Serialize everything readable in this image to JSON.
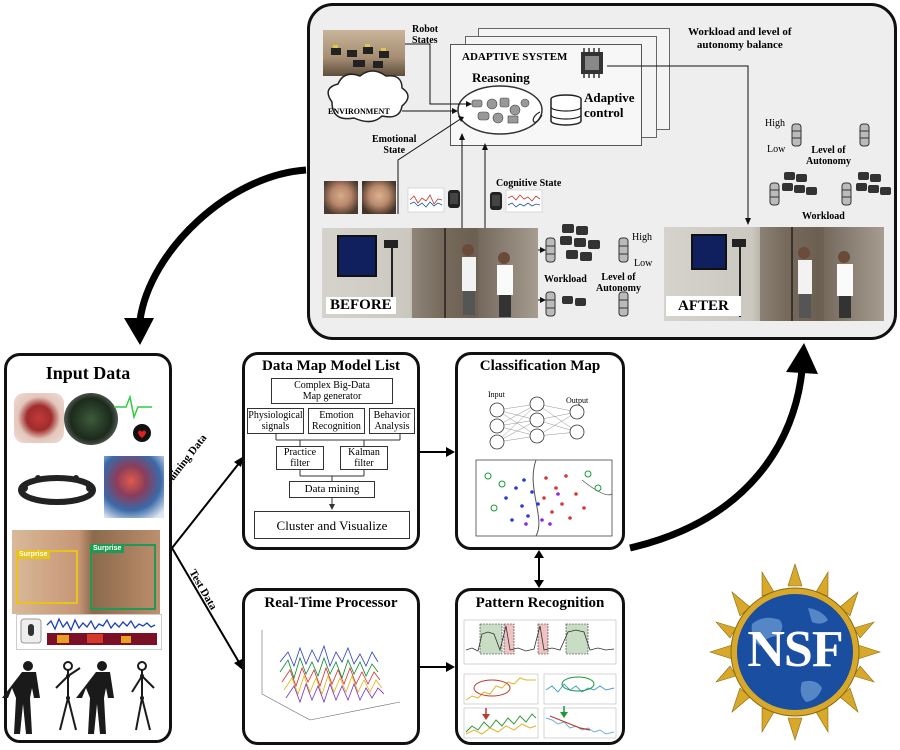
{
  "top_panel": {
    "robot_states": "Robot\nStates",
    "adaptive_system": "ADAPTIVE SYSTEM",
    "reasoning": "Reasoning",
    "adaptive_control": "Adaptive\ncontrol",
    "environment": "ENVIRONMENT",
    "emotional_state": "Emotional\nState",
    "cognitive_state": "Cognitive State",
    "balance_title": "Workload and level of\nautonomy balance",
    "high": "High",
    "low": "Low",
    "level_of_autonomy": "Level of\nAutonomy",
    "workload": "Workload",
    "before": "BEFORE",
    "after": "AFTER"
  },
  "input_panel": {
    "title": "Input Data",
    "surprise": "Surprise"
  },
  "edges": {
    "training": "Training Data",
    "test": "Test Data"
  },
  "datamap": {
    "title": "Data Map Model List",
    "generator": "Complex Big-Data\nMap generator",
    "physio": "Physiological\nsignals",
    "emotion": "Emotion\nRecognition",
    "behavior": "Behavior\nAnalysis",
    "practice": "Practice\nfilter",
    "kalman": "Kalman\nfilter",
    "mining": "Data mining",
    "cluster": "Cluster and Visualize"
  },
  "classmap": {
    "title": "Classification Map",
    "input": "Input",
    "output": "Output"
  },
  "realtime": {
    "title": "Real-Time Processor"
  },
  "pattern": {
    "title": "Pattern Recognition"
  },
  "logo": {
    "text": "NSF"
  },
  "colors": {
    "frame": "#111111",
    "top_bg": "#eeeeee",
    "nsf_blue": "#1a4ea0",
    "nsf_gold": "#d7a829"
  }
}
